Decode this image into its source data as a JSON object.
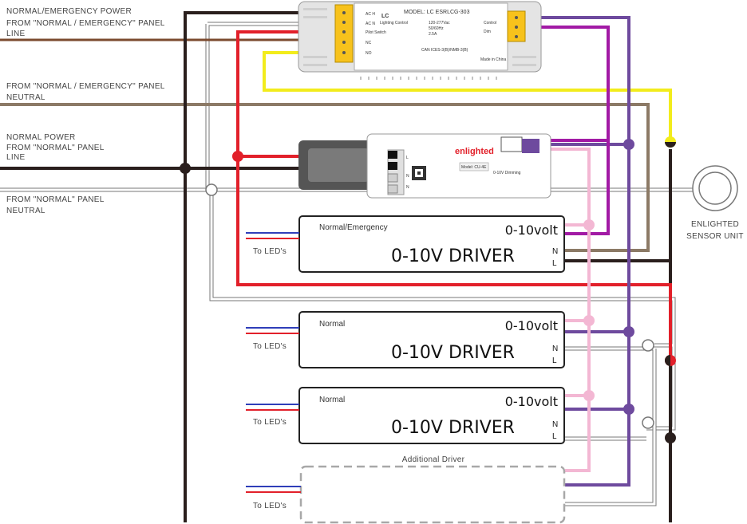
{
  "colors": {
    "line_brown": "#7b4a2e",
    "normal_line": "#2a1f1d",
    "neutral_tan": "#8c7a66",
    "red": "#e2202a",
    "yellow": "#f2ec1c",
    "purple": "#6e4a9e",
    "magenta": "#a21aa5",
    "pink": "#f3b7d3",
    "led_blue": "#2f3eb9",
    "led_red": "#e2202a"
  },
  "labels": {
    "emergency_power": [
      "NORMAL/EMERGENCY POWER",
      "FROM \"NORMAL / EMERGENCY\" PANEL",
      "LINE"
    ],
    "emergency_neutral": [
      "FROM \"NORMAL / EMERGENCY\" PANEL",
      "NEUTRAL"
    ],
    "normal_power": [
      "NORMAL POWER",
      "FROM \"NORMAL\" PANEL",
      "LINE"
    ],
    "normal_neutral": [
      "FROM \"NORMAL\" PANEL",
      "NEUTRAL"
    ],
    "sensor": [
      "ENLIGHTED",
      "SENSOR UNIT"
    ],
    "to_leds": "To LED's",
    "additional_driver": "Additional Driver"
  },
  "lc_module": {
    "brand": "LC",
    "brand_sub": "Lighting Control",
    "model": "MODEL: LC ESRLCG-303",
    "ratings": [
      "120-277Vac",
      "50/60Hz",
      "2.5A"
    ],
    "terminals": [
      "AC H",
      "AC N",
      "Pilot Switch",
      "NC",
      "NO"
    ],
    "right_terminals": [
      "Control",
      "Dim"
    ],
    "made_in": "Made in China",
    "cert": "CAN ICES-3(B)/NMB-3(B)"
  },
  "enlighted_module": {
    "brand": "enlighted",
    "terminals": [
      "L",
      "N",
      "N"
    ],
    "model": "Model: CU-4E",
    "dim_label": "0-10V Dimming"
  },
  "drivers": [
    {
      "type": "Normal/Emergency",
      "volt": "0-10volt",
      "title": "0-10V DRIVER",
      "n": "N",
      "l": "L"
    },
    {
      "type": "Normal",
      "volt": "0-10volt",
      "title": "0-10V DRIVER",
      "n": "N",
      "l": "L"
    },
    {
      "type": "Normal",
      "volt": "0-10volt",
      "title": "0-10V DRIVER",
      "n": "N",
      "l": "L"
    }
  ]
}
